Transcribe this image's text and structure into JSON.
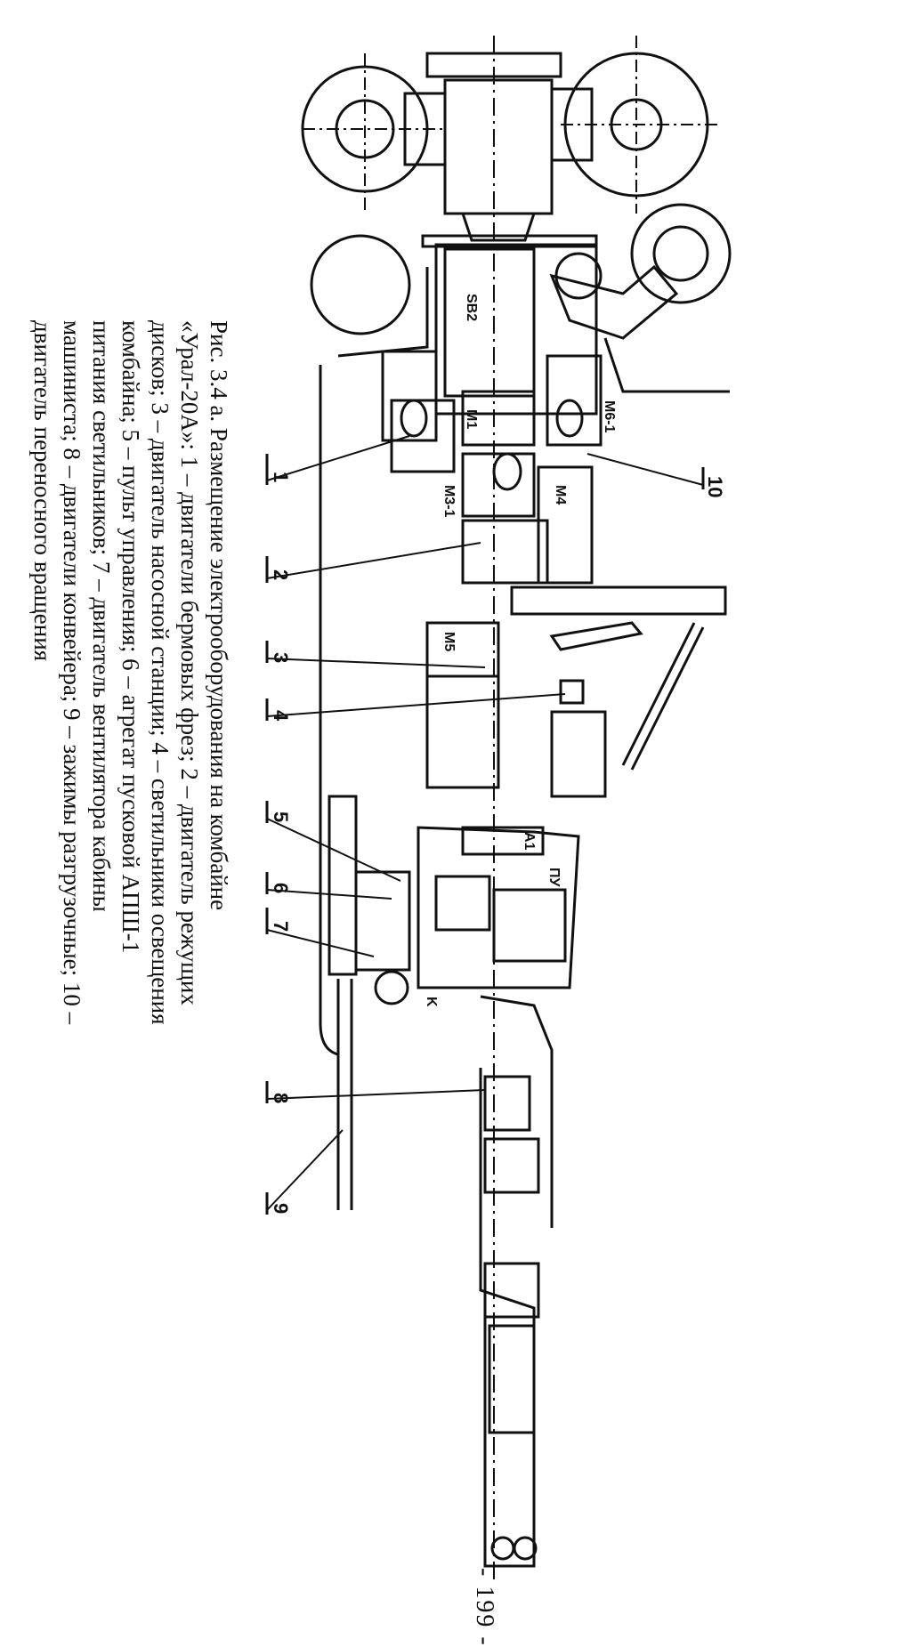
{
  "caption": {
    "lines": [
      "Рис.  3.4 а.  Размещение электрооборудования на комбайне",
      "«Урал-20А»: 1 – двигатели бермовых фрез; 2 – двигатель режущих",
      "дисков; 3 – двигатель насосной станции; 4 – светильники освещения",
      "комбайна; 5 – пульт управления; 6 – агрегат пусковой АПШ-1",
      "питания светильников; 7 – двигатель вентилятора кабины",
      "машиниста; 8 – двигатели конвейера; 9 – зажимы разгрузочные; 10 –",
      "двигатель переносного вращения"
    ]
  },
  "drawing_labels": {
    "callout_1": "1",
    "callout_2": "2",
    "callout_3": "3",
    "callout_4": "4",
    "callout_5": "5",
    "callout_6": "6",
    "callout_7": "7",
    "callout_8": "8",
    "callout_9": "9",
    "callout_10": "10",
    "tag_sb2": "SB2",
    "tag_m6": "M6-1",
    "tag_m4": "M4",
    "tag_m1": "M1",
    "tag_m3": "M3-1",
    "tag_m5": "M5",
    "tag_pu": "ПУ",
    "tag_a1": "A1",
    "tag_k": "K"
  },
  "page_number": "- 199 -"
}
